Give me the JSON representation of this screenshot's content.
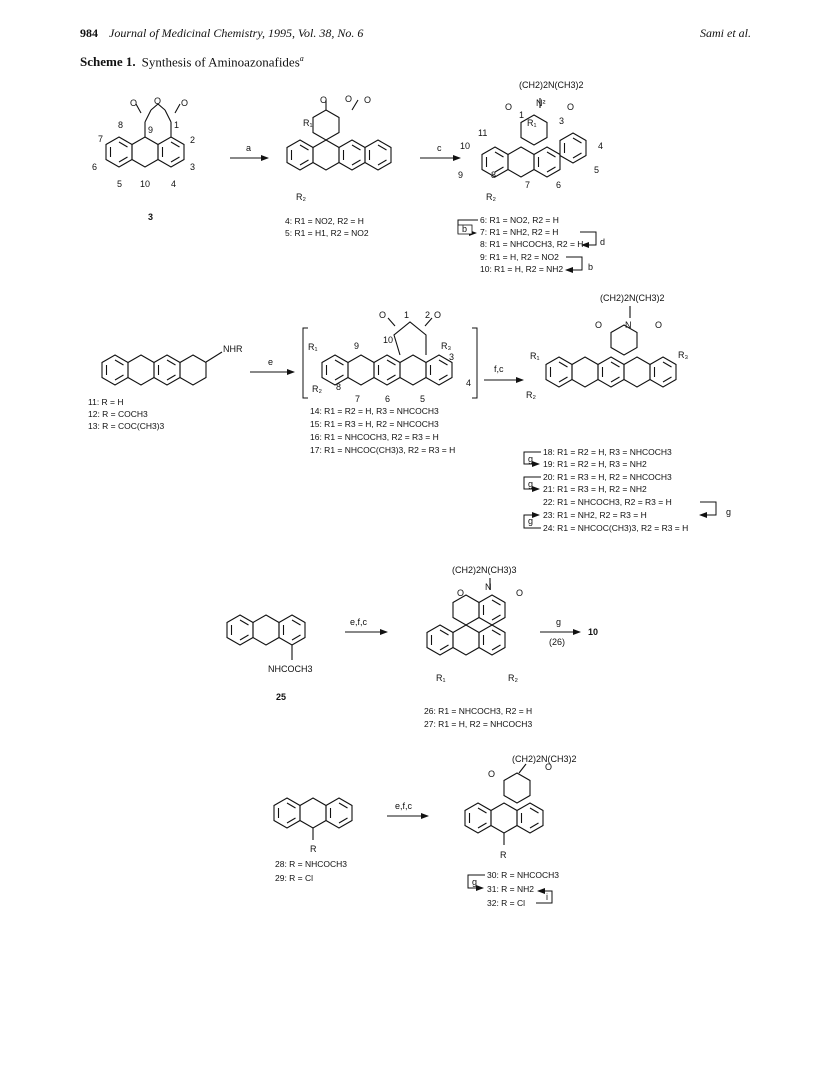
{
  "header": {
    "page_number": "984",
    "journal": "Journal of Medicinal Chemistry, 1995, Vol. 38, No. 6",
    "authors": "Sami et al."
  },
  "caption": {
    "label": "Scheme 1.",
    "text": "Synthesis of Aminoazonafides",
    "footnote_mark": "a"
  },
  "row1": {
    "cmpd3_label": "3",
    "arrow_a": "a",
    "arrow_c": "c",
    "cmpd4": "4: R1 = NO2, R2 = H",
    "cmpd5": "5: R1 = H1, R2 = NO2",
    "side_chain": "(CH2)2N(CH3)2",
    "list": [
      "6: R1 = NO2, R2 = H",
      "7: R1 = NH2, R2 = H",
      "8: R1 = NHCOCH3, R2 = H",
      "9: R1 = H, R2 = NO2",
      "10: R1 = H, R2 = NH2"
    ],
    "b1": "b",
    "d": "d",
    "b2": "b"
  },
  "row2": {
    "nhr": "NHR",
    "list_left": [
      "11: R = H",
      "12: R = COCH3",
      "13: R = COC(CH3)3"
    ],
    "arrow_e": "e",
    "arrow_fc": "f,c",
    "list_mid": [
      "14: R1 = R2 = H, R3 = NHCOCH3",
      "15: R1 = R3 = H, R2 = NHCOCH3",
      "16: R1 = NHCOCH3, R2 = R3 = H",
      "17: R1 = NHCOC(CH3)3, R2 = R3 = H"
    ],
    "side_chain": "(CH2)2N(CH3)2",
    "list_right": [
      "18: R1 = R2 = H, R3 = NHCOCH3",
      "19: R1 = R2 = H, R3 = NH2",
      "20: R1 = R3 = H, R2 = NHCOCH3",
      "21: R1 = R3 = H, R2 = NH2",
      "22: R1 = NHCOCH3, R2 = R3 = H",
      "23: R1 = NH2, R2 = R3 = H",
      "24: R1 = NHCOC(CH3)3, R2 = R3 = H"
    ],
    "g": "g"
  },
  "row3": {
    "substituent": "NHCOCH3",
    "cmpd25": "25",
    "arrow_efc": "e,f,c",
    "side_chain": "(CH2)2N(CH3)3",
    "arrow_g": "g",
    "arrow_26": "(26)",
    "product": "10",
    "list": [
      "26: R1 = NHCOCH3, R2 = H",
      "27: R1 = H, R2 = NHCOCH3"
    ]
  },
  "row4": {
    "list_left": [
      "28: R = NHCOCH3",
      "29: R = Cl"
    ],
    "arrow_efc": "e,f,c",
    "side_chain": "(CH2)2N(CH3)2",
    "list_right": [
      "30: R = NHCOCH3",
      "31: R = NH2",
      "32: R = Cl"
    ],
    "g": "g",
    "i": "i"
  }
}
